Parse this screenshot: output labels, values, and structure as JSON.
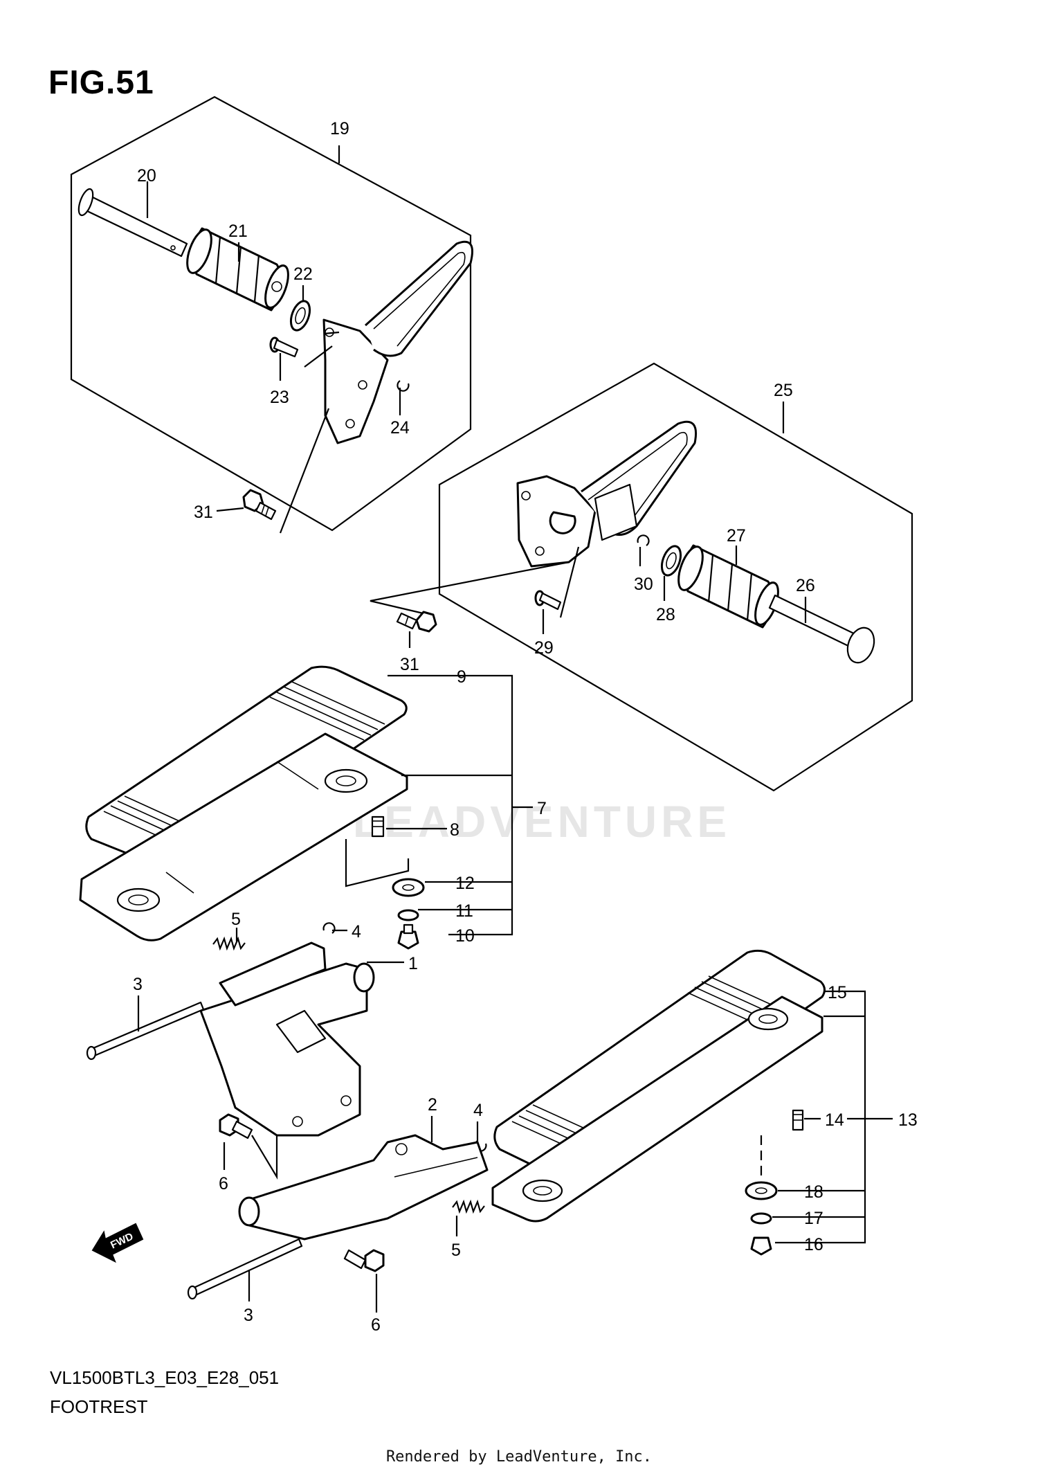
{
  "figure": {
    "title": "FIG.51"
  },
  "caption": {
    "model_code": "VL1500BTL3_E03_E28_051",
    "section_name": "FOOTREST"
  },
  "footer": {
    "rendered_by": "Rendered by LeadVenture, Inc."
  },
  "watermark": {
    "text": "LEADVENTURE"
  },
  "direction_badge": {
    "text": "FWD",
    "icon": "arrow-forward-icon"
  },
  "callouts": [
    {
      "id": "c1",
      "label": "1"
    },
    {
      "id": "c2",
      "label": "2"
    },
    {
      "id": "c3a",
      "label": "3"
    },
    {
      "id": "c3b",
      "label": "3"
    },
    {
      "id": "c4a",
      "label": "4"
    },
    {
      "id": "c4b",
      "label": "4"
    },
    {
      "id": "c5a",
      "label": "5"
    },
    {
      "id": "c5b",
      "label": "5"
    },
    {
      "id": "c6a",
      "label": "6"
    },
    {
      "id": "c6b",
      "label": "6"
    },
    {
      "id": "c7",
      "label": "7"
    },
    {
      "id": "c8",
      "label": "8"
    },
    {
      "id": "c9",
      "label": "9"
    },
    {
      "id": "c10",
      "label": "10"
    },
    {
      "id": "c11",
      "label": "11"
    },
    {
      "id": "c12",
      "label": "12"
    },
    {
      "id": "c13",
      "label": "13"
    },
    {
      "id": "c14",
      "label": "14"
    },
    {
      "id": "c15",
      "label": "15"
    },
    {
      "id": "c16",
      "label": "16"
    },
    {
      "id": "c17",
      "label": "17"
    },
    {
      "id": "c18",
      "label": "18"
    },
    {
      "id": "c19",
      "label": "19"
    },
    {
      "id": "c20",
      "label": "20"
    },
    {
      "id": "c21",
      "label": "21"
    },
    {
      "id": "c22",
      "label": "22"
    },
    {
      "id": "c23",
      "label": "23"
    },
    {
      "id": "c24",
      "label": "24"
    },
    {
      "id": "c25",
      "label": "25"
    },
    {
      "id": "c26",
      "label": "26"
    },
    {
      "id": "c27",
      "label": "27"
    },
    {
      "id": "c28",
      "label": "28"
    },
    {
      "id": "c29",
      "label": "29"
    },
    {
      "id": "c30",
      "label": "30"
    },
    {
      "id": "c31a",
      "label": "31"
    },
    {
      "id": "c31b",
      "label": "31"
    }
  ]
}
